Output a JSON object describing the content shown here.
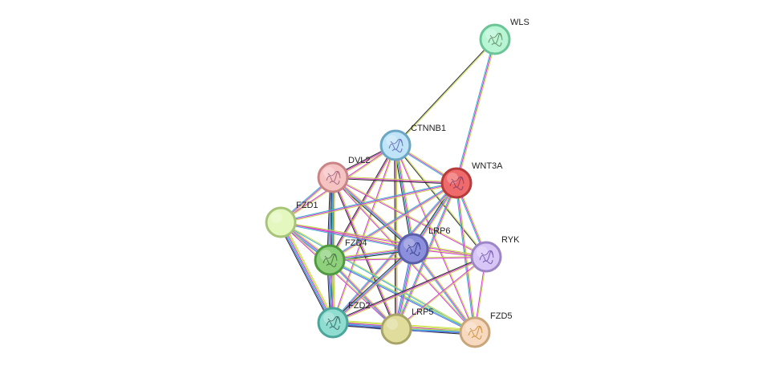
{
  "network": {
    "nodes": [
      {
        "id": "WLS",
        "label": "WLS",
        "fill": "#b8f5d4",
        "stroke": "#6cc596",
        "glyph": "#5a7d55"
      },
      {
        "id": "CTNNB1",
        "label": "CTNNB1",
        "fill": "#bfe3f7",
        "stroke": "#6ba6c4",
        "glyph": "#5a5fb0"
      },
      {
        "id": "DVL2",
        "label": "DVL2",
        "fill": "#f6c3c3",
        "stroke": "#c98585",
        "glyph": "#9a5a7a"
      },
      {
        "id": "WNT3A",
        "label": "WNT3A",
        "fill": "#ef6a6a",
        "stroke": "#b53a3a",
        "glyph": "#8a3a6a"
      },
      {
        "id": "FZD1",
        "label": "FZD1",
        "fill": "#e4f7bf",
        "stroke": "#a8c47a",
        "glyph": ""
      },
      {
        "id": "FZD4",
        "label": "FZD4",
        "fill": "#8ed07c",
        "stroke": "#4f9a40",
        "glyph": "#3f6a3a"
      },
      {
        "id": "LRP6",
        "label": "LRP6",
        "fill": "#8c8fdc",
        "stroke": "#5a5fa8",
        "glyph": "#2f3a8a"
      },
      {
        "id": "RYK",
        "label": "RYK",
        "fill": "#d7c6f6",
        "stroke": "#9c86c6",
        "glyph": "#6a4aa8"
      },
      {
        "id": "FZD2",
        "label": "FZD2",
        "fill": "#8fdcd0",
        "stroke": "#4aa59a",
        "glyph": "#2f5a5a"
      },
      {
        "id": "LRP5",
        "label": "LRP5",
        "fill": "#e0dc9c",
        "stroke": "#a8a468",
        "glyph": ""
      },
      {
        "id": "FZD5",
        "label": "FZD5",
        "fill": "#f7d9bf",
        "stroke": "#c9a57a",
        "glyph": "#c98a2a"
      }
    ],
    "edge_colors": {
      "coexpression": "#c8e03a",
      "textmining": "#c6d84a",
      "experimental": "#d43ad4",
      "database": "#3ab4d4",
      "homology": "#5a6ae0",
      "other": "#2a2a2a"
    }
  }
}
